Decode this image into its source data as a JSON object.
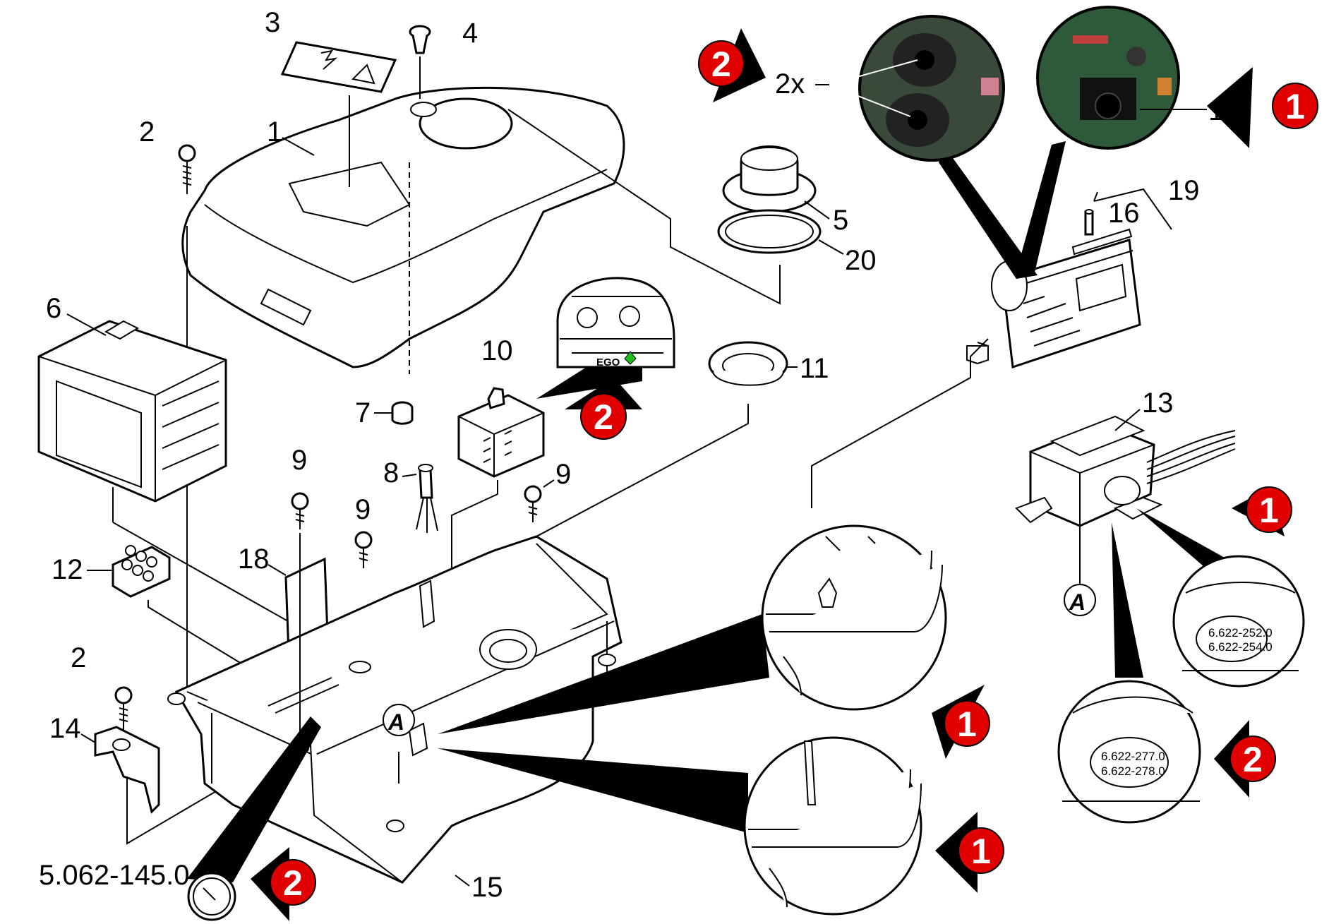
{
  "parts": {
    "p1": "1",
    "p2a": "2",
    "p2b": "2",
    "p3": "3",
    "p4": "4",
    "p5": "5",
    "p6": "6",
    "p7": "7",
    "p8": "8",
    "p9a": "9",
    "p9b": "9",
    "p9c": "9",
    "p10": "10",
    "p11": "11",
    "p12": "12",
    "p13": "13",
    "p14": "14",
    "p15": "15",
    "p16": "16",
    "p18": "18",
    "p19": "19",
    "p20": "20"
  },
  "annotations": {
    "qty_2x": "2x",
    "qty_1x": "1x",
    "part_number_gauge": "5.062-145.0",
    "marker_a_main": "A",
    "marker_a_transformer": "A",
    "ego_label": "EGO"
  },
  "label_codes": {
    "upper": [
      "6.622-252.0",
      "6.622-254.0"
    ],
    "lower": [
      "6.622-277.0",
      "6.622-278.0"
    ]
  },
  "badges": {
    "b1_topright": "1",
    "b2_topleft": "2",
    "b2_mid": "2",
    "b1_right": "1",
    "b2_right": "2",
    "b1_center_a": "1",
    "b1_center_b": "1",
    "b2_bottom": "2"
  },
  "colors": {
    "badge_red": "#e00000",
    "ink": "#000000",
    "led_green": "#22bb22"
  }
}
